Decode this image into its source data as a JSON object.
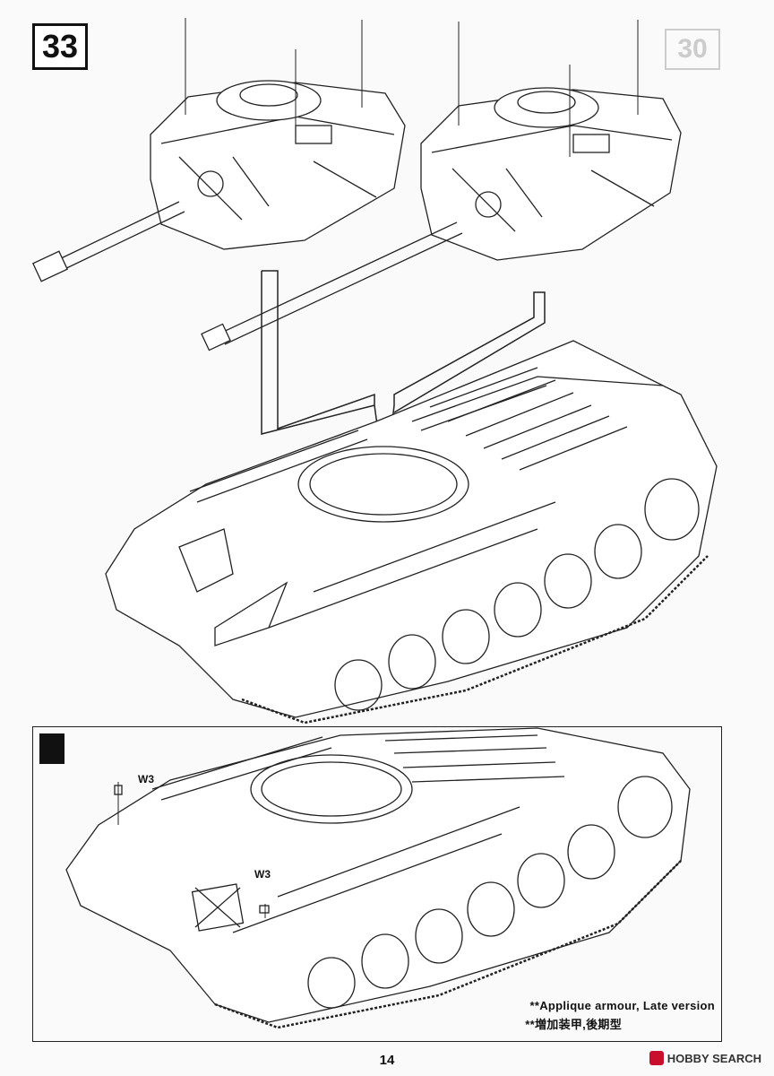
{
  "step": {
    "number": "33",
    "ghost_number": "30"
  },
  "callouts": {
    "w3_a": "W3",
    "w3_b": "W3"
  },
  "notes": {
    "en": "**Applique armour, Late version",
    "jp": "**増加装甲,後期型"
  },
  "page": {
    "number": "14"
  },
  "watermark": {
    "brand": "HOBBY SEARCH"
  },
  "colors": {
    "line": "#222222",
    "paper": "#fafafa",
    "accent": "#c8102e"
  }
}
